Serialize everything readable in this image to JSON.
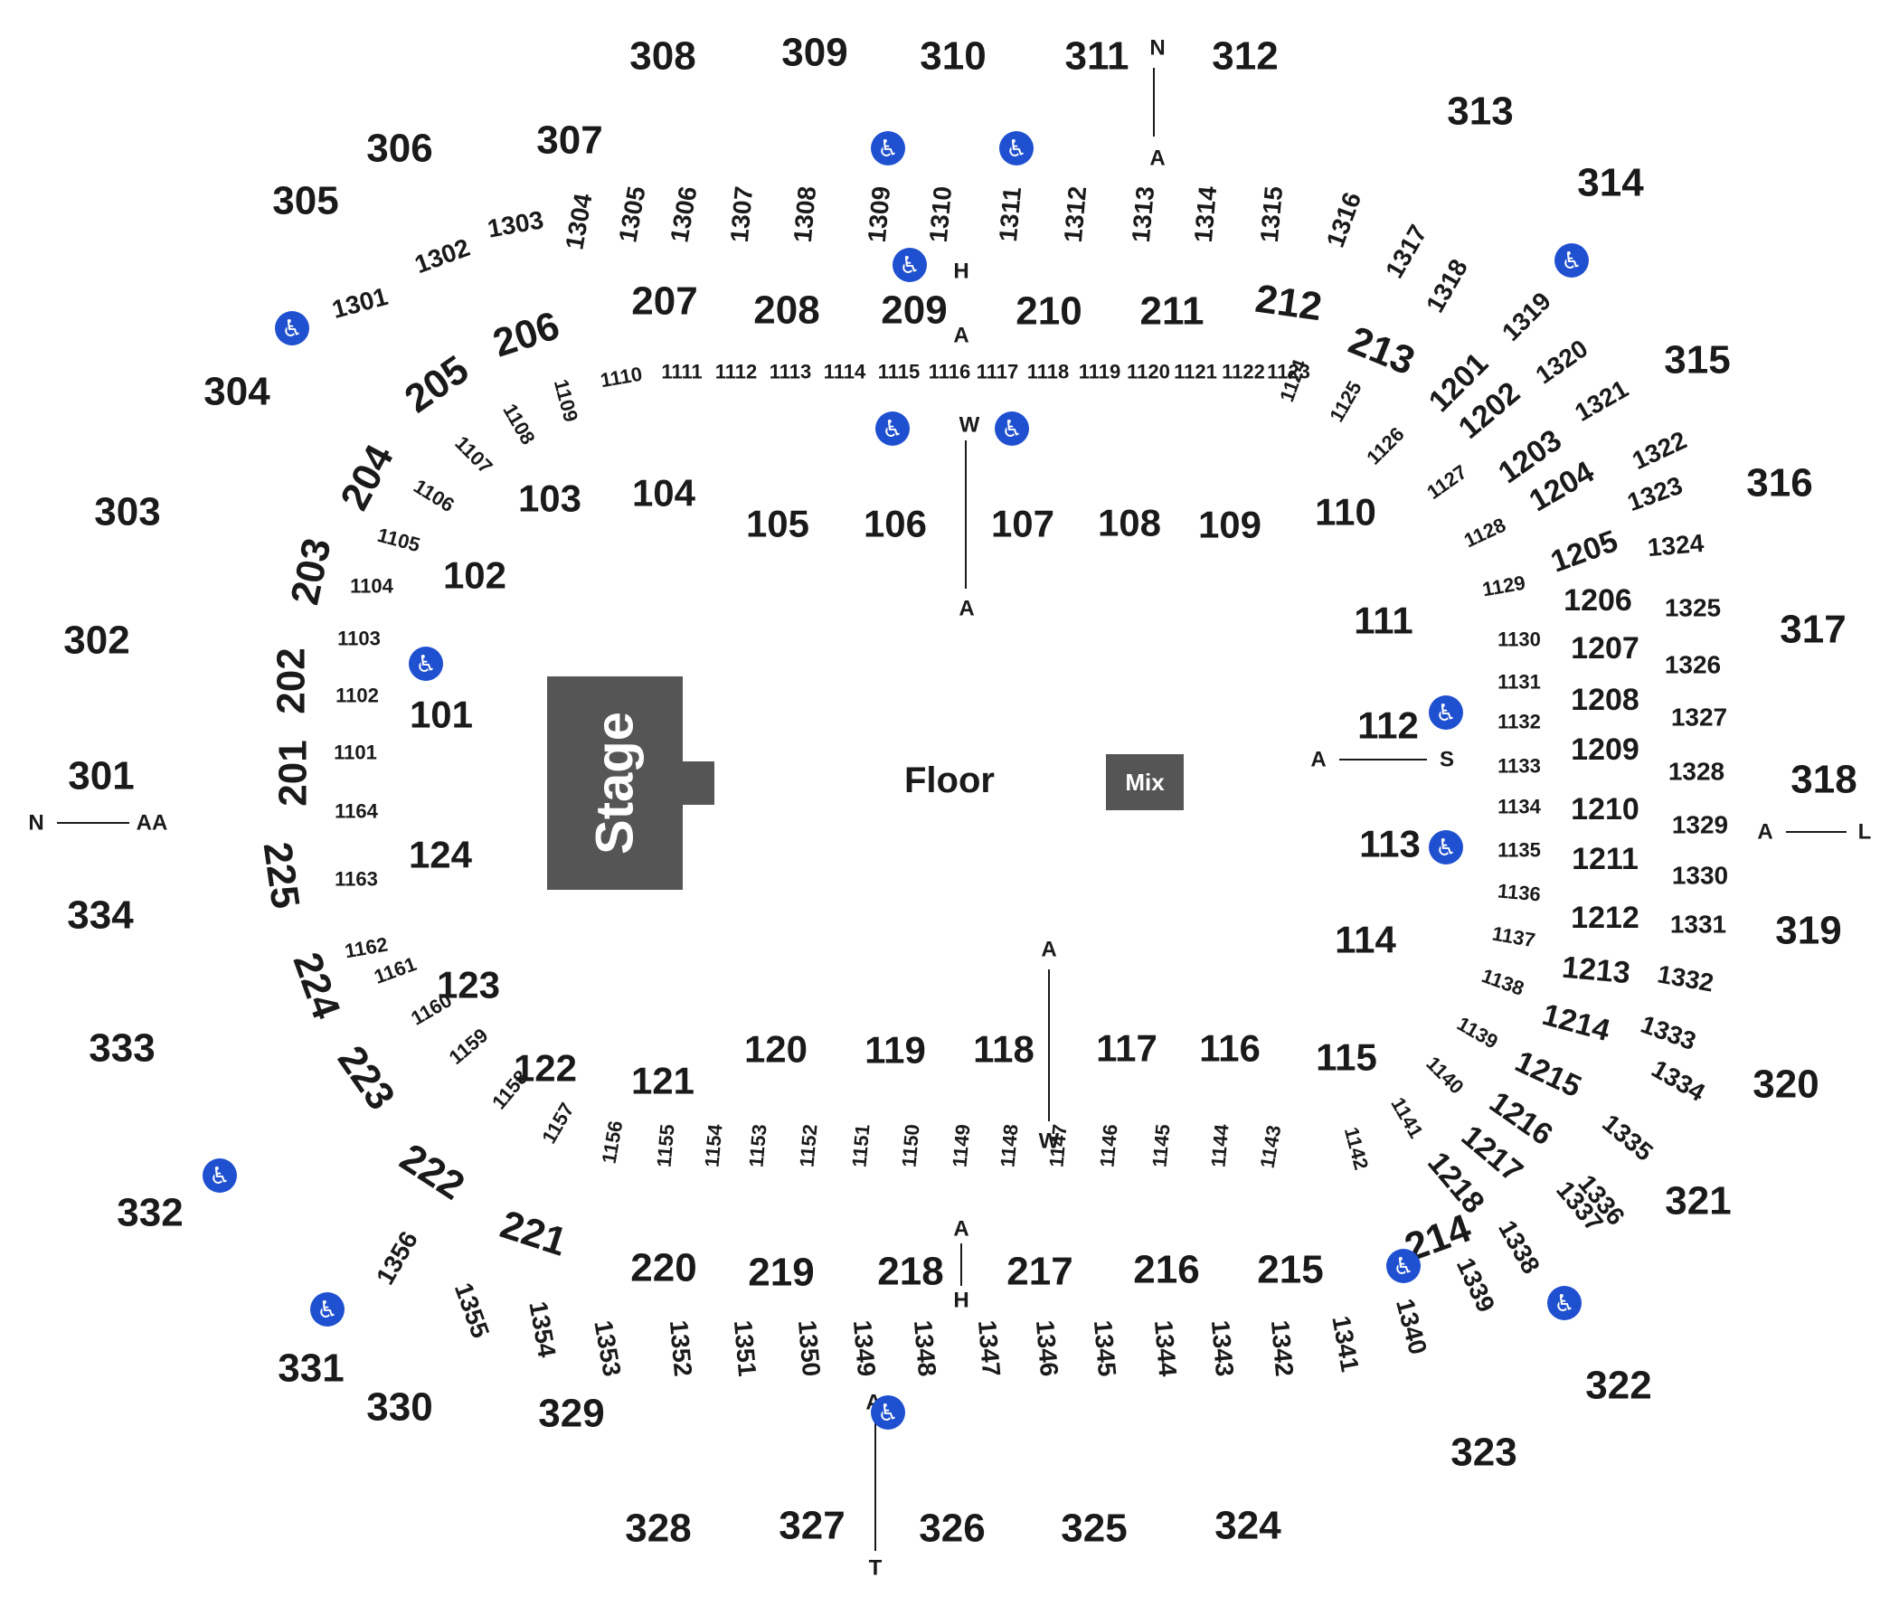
{
  "map": {
    "stage_label": "Stage",
    "floor_label": "Floor",
    "mix_label": "Mix",
    "accessible_icon": "wheelchair-icon",
    "colors": {
      "stage": "#555555",
      "mix": "#555555",
      "accessible": "#1f50d0",
      "text": "#1a1a1a"
    },
    "sections_300": [
      "301",
      "302",
      "303",
      "304",
      "305",
      "306",
      "307",
      "308",
      "309",
      "310",
      "311",
      "312",
      "313",
      "314",
      "315",
      "316",
      "317",
      "318",
      "319",
      "320",
      "321",
      "322",
      "323",
      "324",
      "325",
      "326",
      "327",
      "328",
      "329",
      "330",
      "331",
      "332",
      "333",
      "334"
    ],
    "sections_200": [
      "201",
      "202",
      "203",
      "204",
      "205",
      "206",
      "207",
      "208",
      "209",
      "210",
      "211",
      "212",
      "213",
      "214",
      "215",
      "216",
      "217",
      "218",
      "219",
      "220",
      "221",
      "222",
      "223",
      "224",
      "225"
    ],
    "sections_100": [
      "101",
      "102",
      "103",
      "104",
      "105",
      "106",
      "107",
      "108",
      "109",
      "110",
      "111",
      "112",
      "113",
      "114",
      "115",
      "116",
      "117",
      "118",
      "119",
      "120",
      "121",
      "122",
      "123",
      "124"
    ],
    "sections_1100": [
      "1101",
      "1102",
      "1103",
      "1104",
      "1105",
      "1106",
      "1107",
      "1108",
      "1109",
      "1110",
      "1111",
      "1112",
      "1113",
      "1114",
      "1115",
      "1116",
      "1117",
      "1118",
      "1119",
      "1120",
      "1121",
      "1122",
      "1123",
      "1124",
      "1125",
      "1126",
      "1127",
      "1128",
      "1129",
      "1130",
      "1131",
      "1132",
      "1133",
      "1134",
      "1135",
      "1136",
      "1137",
      "1138",
      "1139",
      "1140",
      "1141",
      "1142",
      "1143",
      "1144",
      "1145",
      "1146",
      "1147",
      "1148",
      "1149",
      "1150",
      "1151",
      "1152",
      "1153",
      "1154",
      "1155",
      "1156",
      "1157",
      "1158",
      "1159",
      "1160",
      "1161",
      "1162",
      "1163",
      "1164"
    ],
    "sections_1200": [
      "1201",
      "1202",
      "1203",
      "1204",
      "1205",
      "1206",
      "1207",
      "1208",
      "1209",
      "1210",
      "1211",
      "1212",
      "1213",
      "1214",
      "1215",
      "1216",
      "1217",
      "1218"
    ],
    "sections_1300": [
      "1301",
      "1302",
      "1303",
      "1304",
      "1305",
      "1306",
      "1307",
      "1308",
      "1309",
      "1310",
      "1311",
      "1312",
      "1313",
      "1314",
      "1315",
      "1316",
      "1317",
      "1318",
      "1319",
      "1320",
      "1321",
      "1322",
      "1323",
      "1324",
      "1325",
      "1326",
      "1327",
      "1328",
      "1329",
      "1330",
      "1331",
      "1332",
      "1333",
      "1334",
      "1335",
      "1336",
      "1337",
      "1338",
      "1339",
      "1340",
      "1341",
      "1342",
      "1343",
      "1344",
      "1345",
      "1346",
      "1347",
      "1348",
      "1349",
      "1350",
      "1351",
      "1352",
      "1353",
      "1354",
      "1355",
      "1356"
    ],
    "row_markers": [
      "N",
      "A",
      "H",
      "A",
      "W",
      "A",
      "A",
      "S",
      "A",
      "L",
      "N",
      "AA",
      "A",
      "W",
      "A",
      "H",
      "A",
      "T"
    ]
  }
}
